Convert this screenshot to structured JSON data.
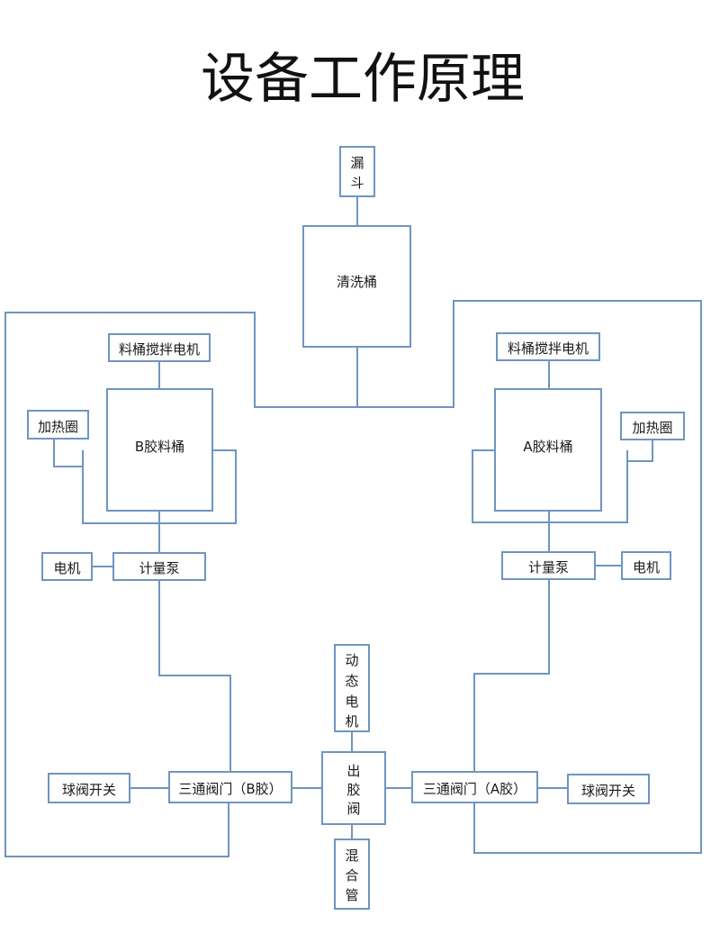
{
  "title": "设备工作原理",
  "colors": {
    "line": "#6f95bf",
    "text": "#1a1a1a",
    "background": "#ffffff"
  },
  "nodes": {
    "funnel": "漏斗",
    "wash_tank": "清洗桶",
    "b_stirrer_motor": "料桶搅拌电机",
    "a_stirrer_motor": "料桶搅拌电机",
    "b_tank": "B胶料桶",
    "a_tank": "A胶料桶",
    "b_heater": "加热圈",
    "a_heater": "加热圈",
    "b_motor": "电机",
    "a_motor": "电机",
    "b_meter_pump": "计量泵",
    "a_meter_pump": "计量泵",
    "dynamic_motor": "动态电机",
    "dispense_valve": "出胶阀",
    "mixing_tube": "混合管",
    "b_three_way_valve": "三通阀门（B胶）",
    "a_three_way_valve": "三通阀门（A胶）",
    "b_ball_valve": "球阀开关",
    "a_ball_valve": "球阀开关"
  }
}
